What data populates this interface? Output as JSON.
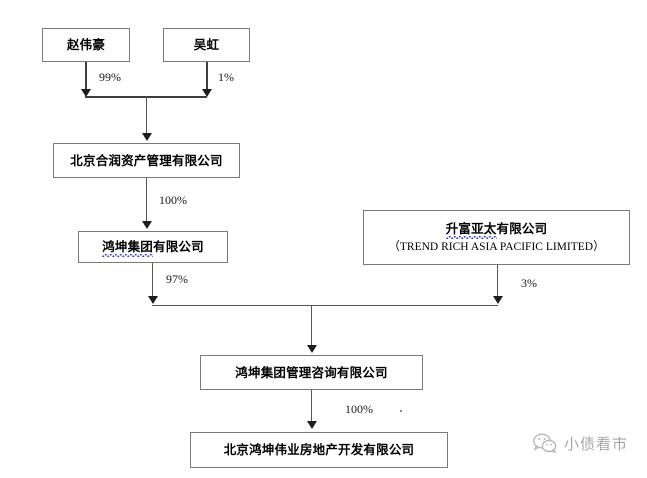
{
  "diagram": {
    "type": "ownership-structure-chart",
    "nodes": [
      {
        "id": "zhao",
        "label_cn": "赵伟豪",
        "label_en": ""
      },
      {
        "id": "wuhong",
        "label_cn": "吴虹",
        "label_en": ""
      },
      {
        "id": "herun",
        "label_cn": "北京合润资产管理有限公司",
        "label_en": ""
      },
      {
        "id": "hongkun",
        "label_cn_underlined": "鸿坤集团",
        "label_cn_rest": "有限公司",
        "label_en": ""
      },
      {
        "id": "trendrich",
        "label_cn_underlined": "升富亚太",
        "label_cn_rest": "有限公司",
        "label_en": "（TREND RICH ASIA PACIFIC LIMITED）"
      },
      {
        "id": "consulting",
        "label_cn": "鸿坤集团管理咨询有限公司",
        "label_en": ""
      },
      {
        "id": "weiye",
        "label_cn": "北京鸿坤伟业房地产开发有限公司",
        "label_en": ""
      }
    ],
    "edges": [
      {
        "from": "zhao",
        "to": "herun",
        "label": "99%"
      },
      {
        "from": "wuhong",
        "to": "herun",
        "label": "1%"
      },
      {
        "from": "herun",
        "to": "hongkun",
        "label": "100%"
      },
      {
        "from": "hongkun",
        "to": "consulting",
        "label": "97%"
      },
      {
        "from": "trendrich",
        "to": "consulting",
        "label": "3%"
      },
      {
        "from": "consulting",
        "to": "weiye",
        "label": "100%"
      }
    ],
    "colors": {
      "background": "#ffffff",
      "box_border": "#7a7a7a",
      "line": "#555555",
      "arrow": "#1d1d1d",
      "text": "#000000",
      "spellcheck_underline": "#2b36d8",
      "watermark": "#6f6f6f"
    }
  },
  "watermark": {
    "icon": "wechat-icon",
    "text": "小债看市"
  }
}
